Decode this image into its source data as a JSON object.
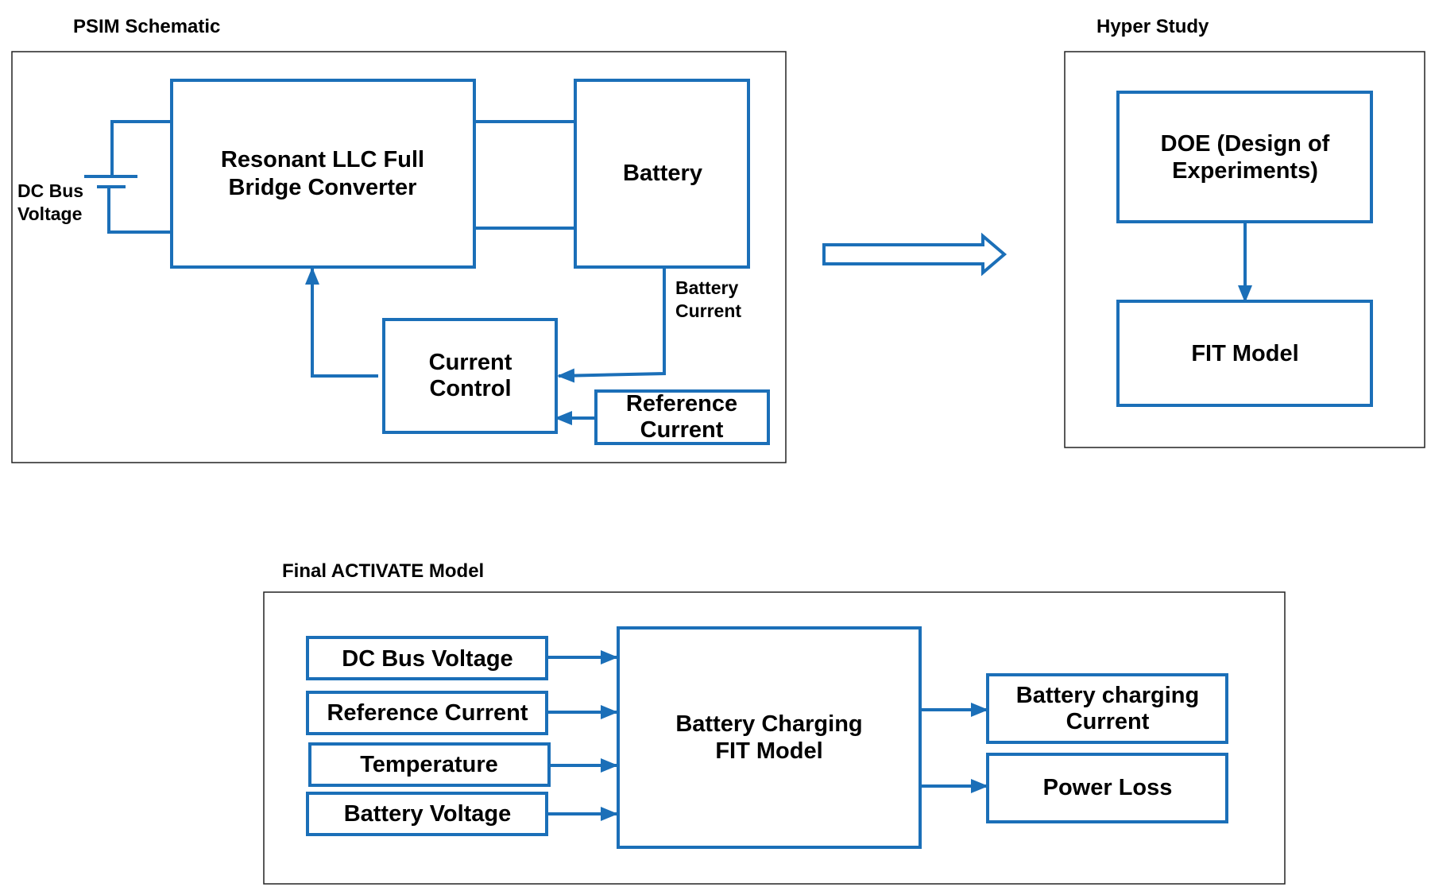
{
  "colors": {
    "accent": "#1b6fb8",
    "frame": "#222222",
    "text": "#000000",
    "background": "#ffffff"
  },
  "psim": {
    "title": "PSIM Schematic",
    "dc_bus_label": [
      "DC Bus",
      "Voltage"
    ],
    "converter": [
      "Resonant LLC Full",
      "Bridge Converter"
    ],
    "battery": "Battery",
    "battery_current": [
      "Battery",
      "Current"
    ],
    "current_control": [
      "Current",
      "Control"
    ],
    "reference_current": [
      "Reference",
      "Current"
    ]
  },
  "hyper": {
    "title": "Hyper Study",
    "doe": [
      "DOE (Design of",
      "Experiments)"
    ],
    "fit": "FIT Model"
  },
  "activate": {
    "title": "Final ACTIVATE Model",
    "inputs": [
      "DC Bus Voltage",
      "Reference Current",
      "Temperature",
      "Battery Voltage"
    ],
    "center": [
      "Battery Charging",
      "FIT Model"
    ],
    "outputs": [
      [
        "Battery charging",
        "Current"
      ],
      [
        "Power Loss"
      ]
    ]
  }
}
